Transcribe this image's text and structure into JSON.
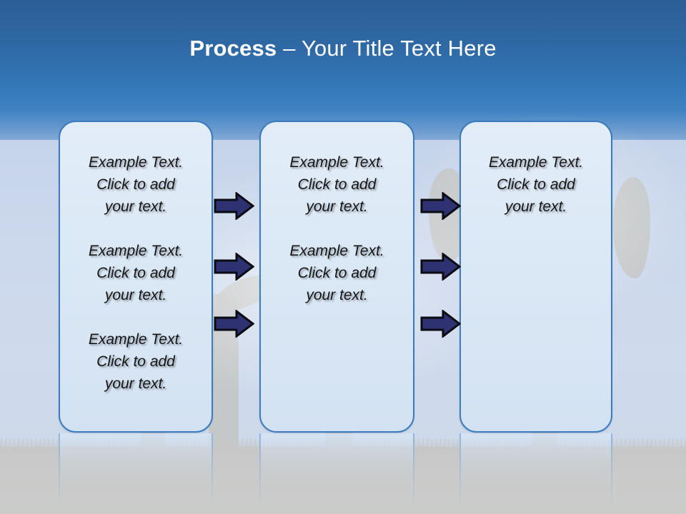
{
  "slide": {
    "title": {
      "strong": "Process",
      "rest": " – Your Title Text Here"
    },
    "colors": {
      "sky_top": "#2c5e97",
      "sky_bright": "#357bbc",
      "background": "#cddaec",
      "box_border": "#3b7cbe",
      "box_fill": "#dce9f6",
      "arrow_fill": "#2e3272",
      "arrow_outline": "#0a0a10",
      "title_text": "#ffffff",
      "body_text": "#151515",
      "ground": "#c6c7c6"
    },
    "columns": [
      {
        "name": "column-1",
        "paragraphs": [
          "Example Text.\nClick  to add\nyour text.",
          "Example Text.\nClick  to add\nyour text.",
          "Example Text.\nClick  to add\nyour text."
        ]
      },
      {
        "name": "column-2",
        "paragraphs": [
          "Example Text.\nClick  to add\nyour text.",
          "Example Text.\nClick  to add\nyour text."
        ]
      },
      {
        "name": "column-3",
        "paragraphs": [
          "Example Text.\nClick  to add\nyour text."
        ]
      }
    ],
    "arrow_groups": [
      {
        "name": "arrows-between-1-and-2",
        "count": 3,
        "icon": "right-arrow-icon"
      },
      {
        "name": "arrows-between-2-and-3",
        "count": 3,
        "icon": "right-arrow-icon"
      }
    ]
  }
}
